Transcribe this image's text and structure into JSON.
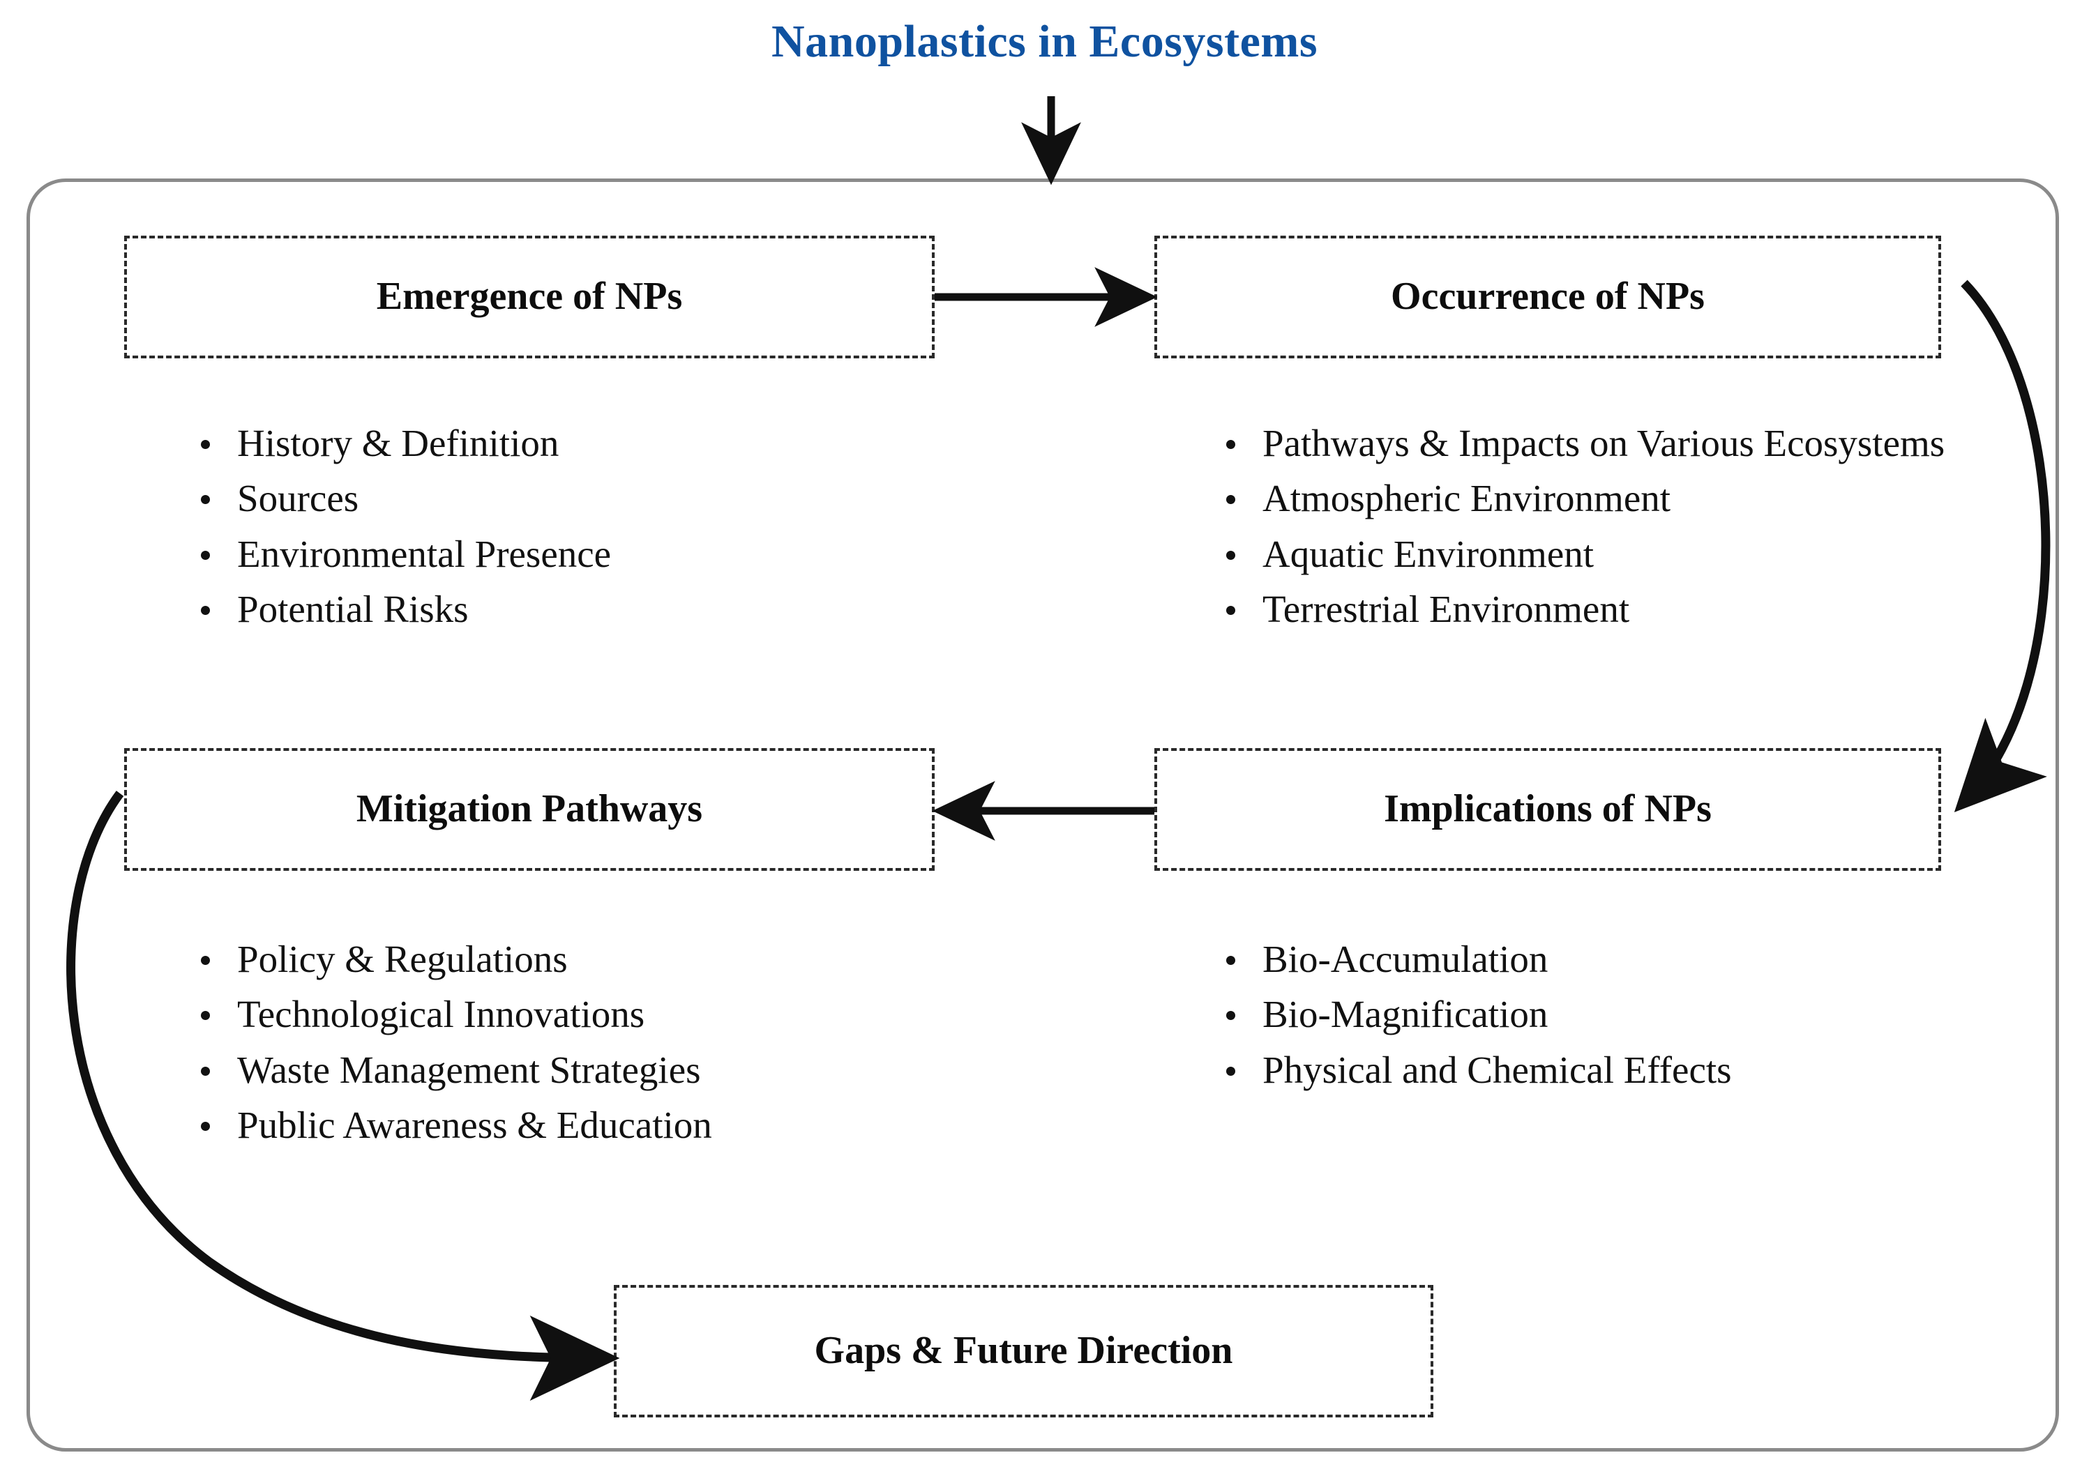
{
  "title": "Nanoplastics in Ecosystems",
  "title_color": "#0f52a0",
  "frame": {
    "border_color": "#8a8a8a"
  },
  "nodes": {
    "emergence": {
      "label": "Emergence of NPs"
    },
    "occurrence": {
      "label": "Occurrence of NPs"
    },
    "mitigation": {
      "label": "Mitigation Pathways"
    },
    "implications": {
      "label": "Implications of NPs"
    },
    "gaps": {
      "label": "Gaps & Future Direction"
    }
  },
  "lists": {
    "emergence": [
      "History & Definition",
      "Sources",
      "Environmental Presence",
      "Potential Risks"
    ],
    "occurrence": [
      "Pathways & Impacts on Various Ecosystems",
      "Atmospheric Environment",
      "Aquatic Environment",
      "Terrestrial Environment"
    ],
    "mitigation": [
      "Policy & Regulations",
      "Technological Innovations",
      "Waste Management Strategies",
      "Public Awareness & Education"
    ],
    "implications": [
      "Bio-Accumulation",
      "Bio-Magnification",
      "Physical and Chemical Effects"
    ]
  },
  "arrows": [
    {
      "name": "title-to-frame",
      "from": "Nanoplastics in Ecosystems",
      "to": "diagram frame",
      "style": "straight-down"
    },
    {
      "name": "emergence-to-occurrence",
      "from": "Emergence of NPs",
      "to": "Occurrence of NPs",
      "style": "straight-right"
    },
    {
      "name": "occurrence-to-implications",
      "from": "Occurrence of NPs",
      "to": "Implications of NPs",
      "style": "curved-right"
    },
    {
      "name": "implications-to-mitigation",
      "from": "Implications of NPs",
      "to": "Mitigation Pathways",
      "style": "straight-left"
    },
    {
      "name": "mitigation-to-gaps",
      "from": "Mitigation Pathways",
      "to": "Gaps & Future Direction",
      "style": "curved-left-down"
    }
  ]
}
